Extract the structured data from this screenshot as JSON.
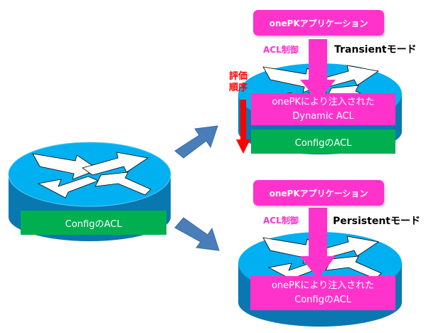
{
  "diagram": {
    "left_router": {
      "acl_label": "ConfigのACL"
    },
    "transient": {
      "app_label": "onePKアプリケーション",
      "control_label": "ACL制御",
      "mode_label": "Transientモード",
      "eval_order_label_line1": "評価",
      "eval_order_label_line2": "順序",
      "dynamic_acl_line1": "onePKにより注入された",
      "dynamic_acl_line2": "Dynamic ACL",
      "config_acl_label": "ConfigのACL"
    },
    "persistent": {
      "app_label": "onePKアプリケーション",
      "control_label": "ACL制御",
      "mode_label": "Persistentモード",
      "injected_acl_line1": "onePKにより注入された",
      "injected_acl_line2": "ConfigのACL"
    },
    "colors": {
      "router_top": "#00b0f0",
      "router_side": "#0a78b0",
      "pink": "#ff33cc",
      "green": "#00b050",
      "flow_arrow": "#4a7ebb",
      "eval_arrow": "#ff0000"
    }
  }
}
